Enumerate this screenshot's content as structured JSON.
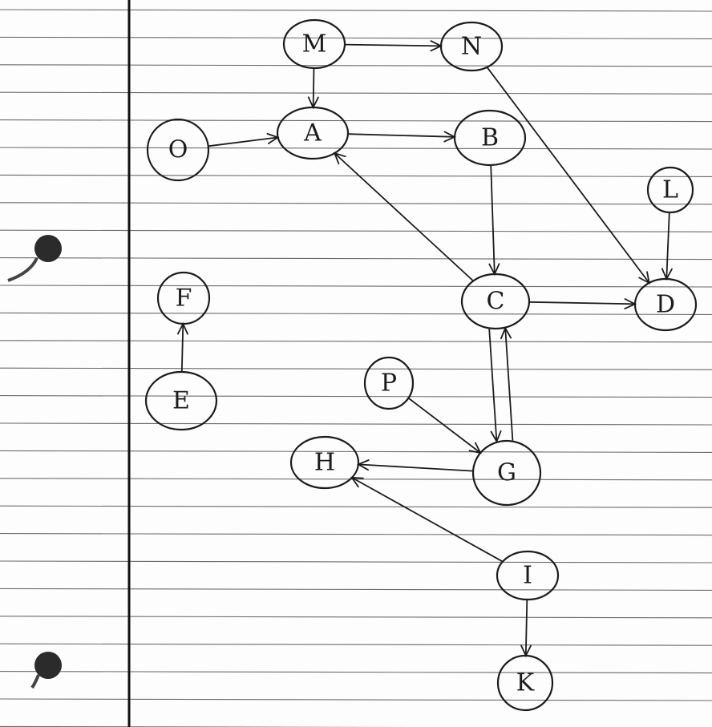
{
  "diagram": {
    "paper_colors": {
      "background": "#fdfdfd",
      "ink": "#1c1c1c",
      "rule": "#3a3a3a"
    },
    "nodes": [
      {
        "id": "M",
        "label": "M"
      },
      {
        "id": "N",
        "label": "N"
      },
      {
        "id": "A",
        "label": "A"
      },
      {
        "id": "B",
        "label": "B"
      },
      {
        "id": "O",
        "label": "O"
      },
      {
        "id": "L",
        "label": "L"
      },
      {
        "id": "C",
        "label": "C"
      },
      {
        "id": "D",
        "label": "D"
      },
      {
        "id": "F",
        "label": "F"
      },
      {
        "id": "E",
        "label": "E"
      },
      {
        "id": "P",
        "label": "P"
      },
      {
        "id": "H",
        "label": "H"
      },
      {
        "id": "G",
        "label": "G"
      },
      {
        "id": "I",
        "label": "I"
      },
      {
        "id": "K",
        "label": "K"
      }
    ],
    "edges": [
      {
        "from": "M",
        "to": "N"
      },
      {
        "from": "M",
        "to": "A"
      },
      {
        "from": "O",
        "to": "A"
      },
      {
        "from": "A",
        "to": "B"
      },
      {
        "from": "N",
        "to": "D"
      },
      {
        "from": "B",
        "to": "C"
      },
      {
        "from": "C",
        "to": "A"
      },
      {
        "from": "C",
        "to": "D"
      },
      {
        "from": "L",
        "to": "D"
      },
      {
        "from": "E",
        "to": "F"
      },
      {
        "from": "C",
        "to": "G"
      },
      {
        "from": "G",
        "to": "C"
      },
      {
        "from": "P",
        "to": "G"
      },
      {
        "from": "G",
        "to": "H"
      },
      {
        "from": "I",
        "to": "H"
      },
      {
        "from": "I",
        "to": "K"
      }
    ]
  }
}
